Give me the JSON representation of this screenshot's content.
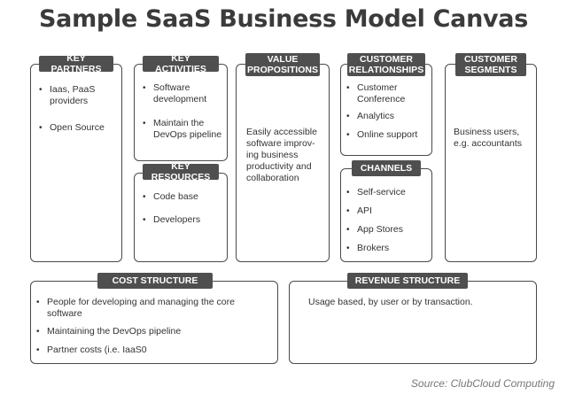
{
  "title": "Sample SaaS Business Model Canvas",
  "blocks": {
    "key_partners": {
      "label": "KEY PARTNERS",
      "items": [
        "Iaas, PaaS providers",
        "Open Source"
      ]
    },
    "key_activities": {
      "label": "KEY ACTIVITIES",
      "items": [
        "Software development",
        "Maintain the DevOps pipeline"
      ]
    },
    "key_resources": {
      "label": "KEY RESOURCES",
      "items": [
        "Code base",
        "Developers"
      ]
    },
    "value_propositions": {
      "label": "VALUE\nPROPOSITIONS",
      "text": "Easily accessible software improv-ing business productivity and collaboration"
    },
    "customer_relationships": {
      "label": "CUSTOMER\nRELATIONSHIPS",
      "items": [
        "Customer Conference",
        "Analytics",
        "Online support"
      ]
    },
    "channels": {
      "label": "CHANNELS",
      "items": [
        "Self-service",
        "API",
        "App Stores",
        "Brokers"
      ]
    },
    "customer_segments": {
      "label": "CUSTOMER\nSEGMENTS",
      "text": "Business users, e.g. accountants"
    },
    "cost_structure": {
      "label": "COST STRUCTURE",
      "items": [
        "People for developing and managing the core software",
        "Maintaining the DevOps pipeline",
        "Partner costs (i.e. IaaS0"
      ]
    },
    "revenue_structure": {
      "label": "REVENUE STRUCTURE",
      "text": "Usage based, by user or by transaction."
    }
  },
  "source": "Source: ClubCloud Computing"
}
